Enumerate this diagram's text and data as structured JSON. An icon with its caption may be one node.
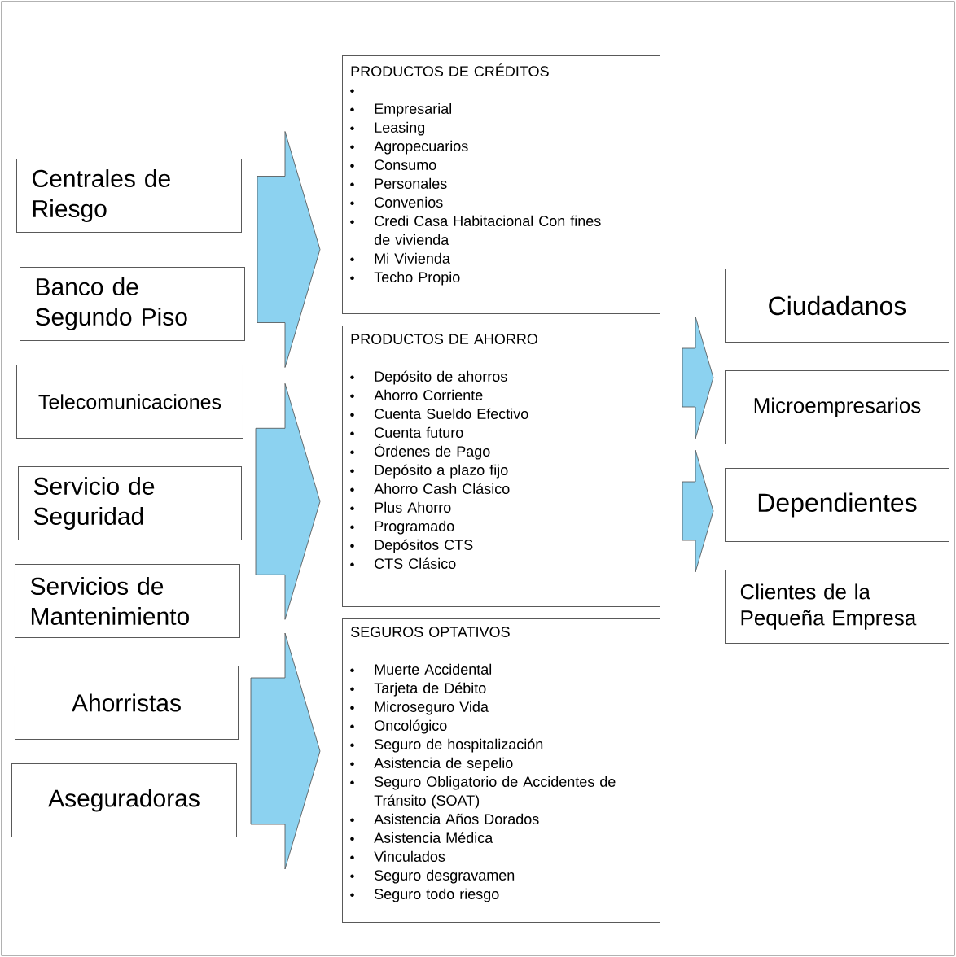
{
  "diagram": {
    "nodes": [
      {
        "text": [
          "Centrales de Riesgo"
        ]
      },
      {
        "text": [
          "Banco de Segundo Piso"
        ]
      },
      {
        "text": [
          "Telecomunicaciones"
        ]
      },
      {
        "text": [
          "Servicio de Seguridad"
        ]
      },
      {
        "text": [
          "Servicios de Mantenimiento"
        ]
      },
      {
        "text": [
          "Ahorristas"
        ]
      },
      {
        "text": [
          "Aseguradoras"
        ]
      },
      {
        "text": [
          "PRODUCTOS DE CRÉDITOS",
          "Empresarial",
          "Leasing",
          "Agropecuarios",
          "Consumo",
          "Personales",
          "Convenios",
          "Credi Casa Habitacional Con fines de vivienda",
          "Mi Vivienda",
          "Techo Propio"
        ]
      },
      {
        "text": [
          "PRODUCTOS DE AHORRO",
          "Depósito de ahorros",
          "Ahorro Corriente",
          "Cuenta Sueldo Efectivo",
          "Cuenta futuro",
          "Órdenes de Pago",
          "Depósito a plazo fijo",
          "Ahorro Cash Clásico",
          "Plus Ahorro",
          "Programado",
          "Depósitos CTS",
          "CTS Clásico"
        ]
      },
      {
        "text": [
          "SEGUROS OPTATIVOS",
          "Muerte Accidental",
          "Tarjeta de Débito",
          "Microseguro Vida",
          "Oncológico",
          "Seguro de hospitalización",
          "Asistencia de sepelio",
          "Seguro Obligatorio de Accidentes de Tránsito (SOAT)",
          "Asistencia Años Dorados",
          "Asistencia Médica",
          "Vinculados",
          "Seguro desgravamen",
          "Seguro todo riesgo"
        ]
      },
      {
        "text": [
          "Ciudadanos"
        ]
      },
      {
        "text": [
          "Microempresarios"
        ]
      },
      {
        "text": [
          "Dependientes"
        ]
      },
      {
        "text": [
          "Clientes de la Pequeña Empresa"
        ]
      }
    ],
    "edges": [
      {
        "from": 0,
        "to": 7,
        "arrow": "to"
      },
      {
        "from": 1,
        "to": 7,
        "arrow": "to"
      },
      {
        "from": 2,
        "to": 8,
        "arrow": "to"
      },
      {
        "from": 3,
        "to": 8,
        "arrow": "to"
      },
      {
        "from": 4,
        "to": 8,
        "arrow": "to"
      },
      {
        "from": 5,
        "to": 9,
        "arrow": "to"
      },
      {
        "from": 6,
        "to": 9,
        "arrow": "to"
      },
      {
        "from": 8,
        "to": 11,
        "arrow": "to"
      },
      {
        "from": 8,
        "to": 12,
        "arrow": "to"
      }
    ]
  }
}
